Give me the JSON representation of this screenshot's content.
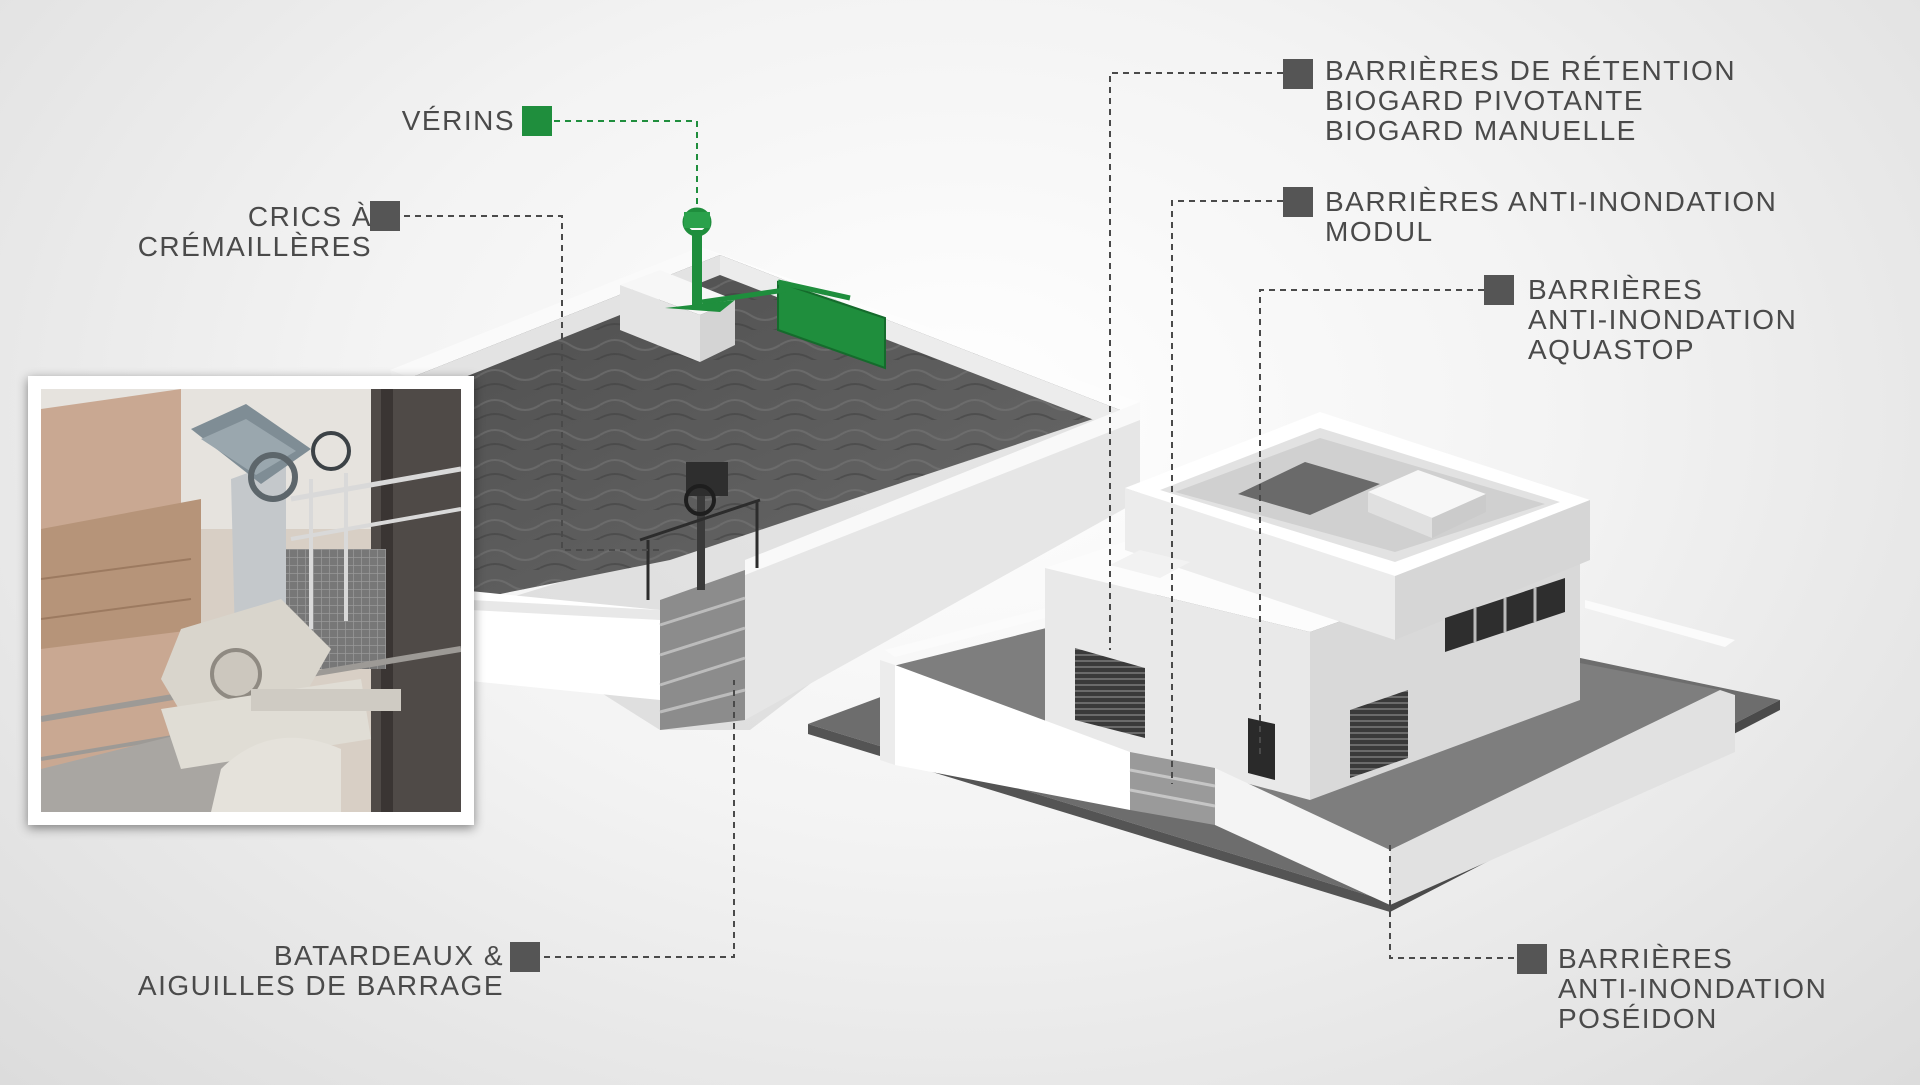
{
  "colors": {
    "label_text": "#4a4a4a",
    "marker": "#555555",
    "accent": "#1f8e3d",
    "wall": "#f2f2f2",
    "water": "#5b5b5b"
  },
  "labels": {
    "verins": {
      "lines": [
        "VÉRINS"
      ],
      "active": true
    },
    "crics": {
      "lines": [
        "CRICS À",
        "CRÉMAILLÈRES"
      ],
      "active": false
    },
    "batardeaux": {
      "lines": [
        "BATARDEAUX &",
        "AIGUILLES DE BARRAGE"
      ],
      "active": false
    },
    "retention": {
      "lines": [
        "BARRIÈRES DE RÉTENTION",
        "BIOGARD PIVOTANTE",
        "BIOGARD MANUELLE"
      ],
      "active": false
    },
    "modul": {
      "lines": [
        "BARRIÈRES ANTI-INONDATION",
        "MODUL"
      ],
      "active": false
    },
    "aquastop": {
      "lines": [
        "BARRIÈRES",
        "ANTI-INONDATION",
        "AQUASTOP"
      ],
      "active": false
    },
    "poseidon": {
      "lines": [
        "BARRIÈRES",
        "ANTI-INONDATION",
        "POSÉIDON"
      ],
      "active": false
    }
  },
  "photo": {
    "subject": "rack-and-pinion-jack-photo"
  }
}
